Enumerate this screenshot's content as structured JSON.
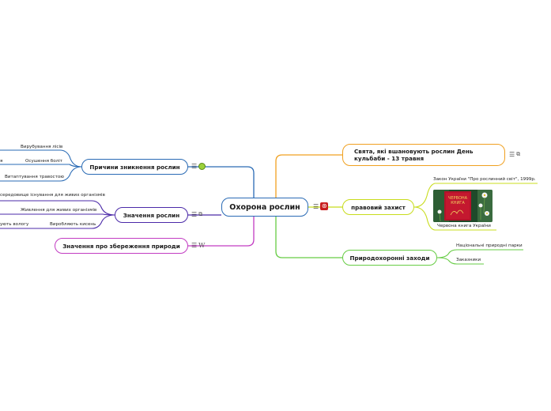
{
  "central": {
    "label": "Охорона рослин"
  },
  "left_branches": [
    {
      "label": "Причини зникнення рослин",
      "color": "#2a6bb5",
      "leaves": [
        "Вирубування лісів",
        "Осушення боліт",
        "Витаптування травостою"
      ],
      "cut_leaf": "я"
    },
    {
      "label": "Значення рослин",
      "color": "#4b2aa8",
      "leaves": [
        "середовище існування для живих організмів",
        "Живлення для живих організмів",
        "Виробляють кисень",
        "ують вологу"
      ]
    },
    {
      "label": "Значення про збереження природи",
      "color": "#c23cc2",
      "leaves": []
    }
  ],
  "right_branches": [
    {
      "label": "Свята, які вшановують рослин День кульбаби - 13 травня",
      "color": "#f0a020",
      "leaves": []
    },
    {
      "label": "правовий захист",
      "color": "#c8dc1c",
      "leaves": [
        "Закон України \"Про рослинний світ\", 1999р.",
        "Червона книга України"
      ]
    },
    {
      "label": "Природохоронні заходи",
      "color": "#66cc44",
      "leaves": [
        "Національні природні парки",
        "Заказники"
      ]
    }
  ],
  "icons": {
    "menu": "☰",
    "link": "⧉",
    "apple": "🍏",
    "wikipedia": "W",
    "central_badge": "⊛"
  },
  "photo": {
    "caption": "Червона книга України",
    "book_title": "Червона книга України"
  }
}
